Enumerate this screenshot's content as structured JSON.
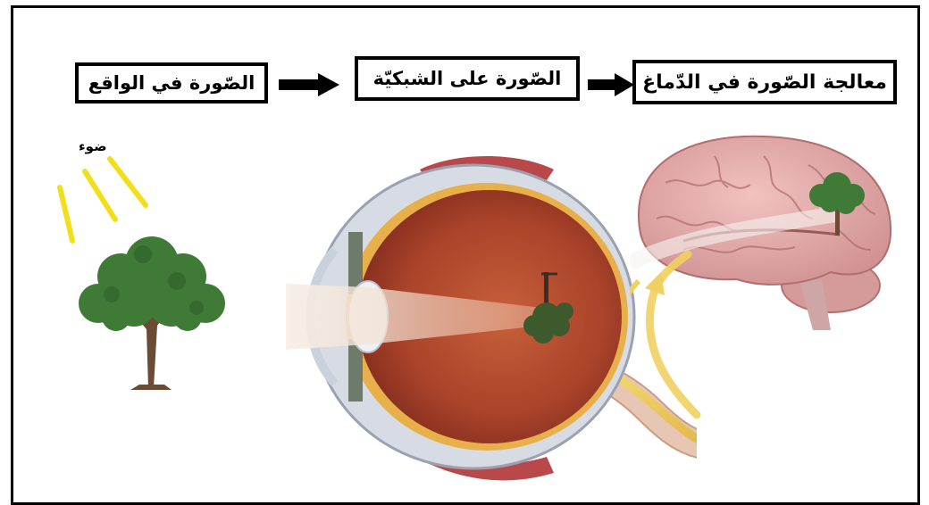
{
  "labels": {
    "reality": "الصّورة في الواقع",
    "retina": "الصّورة على الشبكيّة",
    "brain": "معالجة الصّورة في الدّماغ",
    "light": "ضوء"
  },
  "icons": {
    "arrow": "right-arrow-icon",
    "tree": "tree-icon",
    "eye": "eye-cross-section",
    "brain": "brain-icon"
  },
  "colors": {
    "light_rays": "#f2df1c",
    "foliage": "#3f7a36",
    "trunk": "#6b4b34",
    "eye_interior": "#b04a2c",
    "brain": "#e3a3a3",
    "optic_nerve": "#f0d060"
  }
}
